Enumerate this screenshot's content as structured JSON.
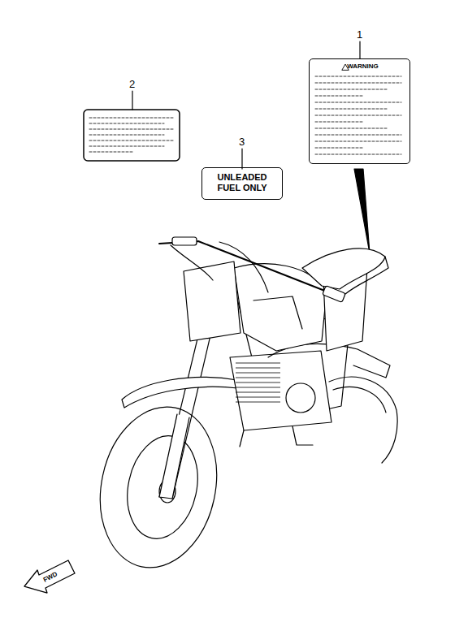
{
  "diagram": {
    "nodes": [
      {
        "text": [
          "WARNING"
        ]
      },
      {
        "text": [
          "UNLEADED FUEL ONLY"
        ]
      }
    ],
    "labels": [
      "1",
      "2",
      "3",
      "FWD"
    ]
  }
}
